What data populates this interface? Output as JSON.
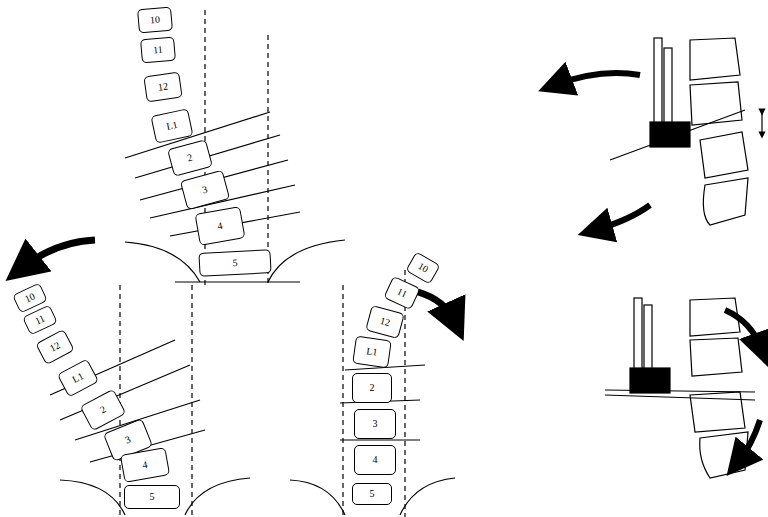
{
  "diagram": {
    "nodes": [
      {
        "text": [
          "10"
        ]
      },
      {
        "text": [
          "11"
        ]
      },
      {
        "text": [
          "12"
        ]
      },
      {
        "text": [
          "L1"
        ]
      },
      {
        "text": [
          "2"
        ]
      },
      {
        "text": [
          "3"
        ]
      },
      {
        "text": [
          "4"
        ]
      },
      {
        "text": [
          "5"
        ]
      },
      {
        "text": [
          "10"
        ]
      },
      {
        "text": [
          "11"
        ]
      },
      {
        "text": [
          "12"
        ]
      },
      {
        "text": [
          "L1"
        ]
      },
      {
        "text": [
          "2"
        ]
      },
      {
        "text": [
          "3"
        ]
      },
      {
        "text": [
          "4"
        ]
      },
      {
        "text": [
          "5"
        ]
      },
      {
        "text": [
          "10"
        ]
      },
      {
        "text": [
          "11"
        ]
      },
      {
        "text": [
          "12"
        ]
      },
      {
        "text": [
          "L1"
        ]
      },
      {
        "text": [
          "2"
        ]
      },
      {
        "text": [
          "3"
        ]
      },
      {
        "text": [
          "4"
        ]
      },
      {
        "text": [
          "5"
        ]
      }
    ]
  }
}
